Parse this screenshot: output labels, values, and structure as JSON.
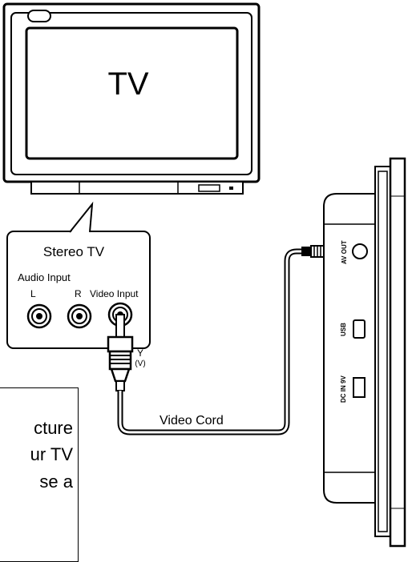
{
  "tv": {
    "label": "TV"
  },
  "callout": {
    "title": "Stereo TV",
    "audio_input": "Audio Input",
    "left": "L",
    "right": "R",
    "video_input": "Video Input"
  },
  "plug": {
    "y": "Y",
    "v": "(V)"
  },
  "cord": {
    "label": "Video Cord"
  },
  "device": {
    "av_out": "AV OUT",
    "usb": "USB",
    "dc_in": "DC IN 9V"
  },
  "note": {
    "lines": [
      "cture",
      "ur TV",
      "se a"
    ]
  }
}
